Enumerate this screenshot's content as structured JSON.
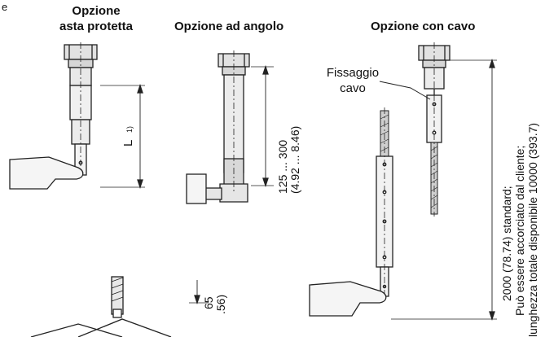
{
  "corner_text": "e",
  "headers": {
    "shielded": [
      "Opzione",
      "asta protetta"
    ],
    "angled": "Opzione ad angolo",
    "cable": "Opzione con cavo"
  },
  "labels": {
    "cable_fixing": [
      "Fissaggio",
      "cavo"
    ],
    "length_symbol": "L",
    "footnote_mark": "1)"
  },
  "dimensions": {
    "angled_range_mm": "125 ... 300",
    "angled_range_in": "(4.92 ... 8.46)",
    "cable_line1": "2000 (78.74) standard;",
    "cable_line2": "Può essere accorciato dal cliente;",
    "cable_line3": "lunghezza totale disponibile 10000 (393.7)",
    "bottom_partial_1": "65",
    "bottom_partial_2": ".56)"
  }
}
